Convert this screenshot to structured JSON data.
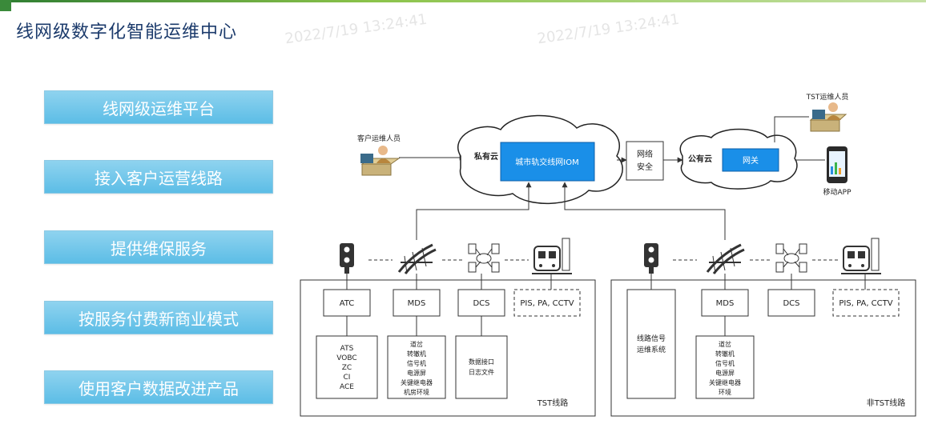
{
  "header": {
    "title": "线网级数字化智能运维中心",
    "watermarks": [
      "2022/7/19 13:24:41",
      "2022/7/19 13:24:41"
    ]
  },
  "left_panel": {
    "items": [
      {
        "label": "线网级运维平台"
      },
      {
        "label": "接入客户运营线路"
      },
      {
        "label": "提供维保服务"
      },
      {
        "label": "按服务付费新商业模式"
      },
      {
        "label": "使用客户数据改进产品"
      }
    ]
  },
  "diagram": {
    "customer_ops": "客户运维人员",
    "private_cloud": "私有云",
    "iom": "城市轨交线网IOM",
    "net_security": [
      "网络",
      "安全"
    ],
    "public_cloud": "公有云",
    "gateway": "网关",
    "tst_ops": "TST运维人员",
    "mobile_app": "移动APP",
    "left_line": {
      "atc": "ATC",
      "mds": "MDS",
      "dcs": "DCS",
      "pis": "PIS, PA, CCTV",
      "atc_items": [
        "ATS",
        "VOBC",
        "ZC",
        "CI",
        "ACE"
      ],
      "mds_items": [
        "道岔",
        "转辙机",
        "信号机",
        "电源屏",
        "关键继电器",
        "机房环境"
      ],
      "dcs_items": [
        "数据接口",
        "日志文件"
      ],
      "label": "TST线路"
    },
    "right_line": {
      "signal_system": [
        "线路信号",
        "运维系统"
      ],
      "mds": "MDS",
      "dcs": "DCS",
      "pis": "PIS, PA, CCTV",
      "mds_items": [
        "道岔",
        "转辙机",
        "信号机",
        "电源屏",
        "关键继电器",
        "环境"
      ],
      "label": "非TST线路"
    }
  },
  "colors": {
    "button_top": "#8fd3ef",
    "button_bottom": "#5cbde6",
    "iom_fill": "#1a8fe8",
    "title": "#1b3a6b"
  },
  "icons": [
    "signal-light-icon",
    "rail-switch-icon",
    "network-server-icon",
    "train-icon",
    "person-at-desk-icon",
    "smartphone-icon",
    "cloud-icon"
  ]
}
